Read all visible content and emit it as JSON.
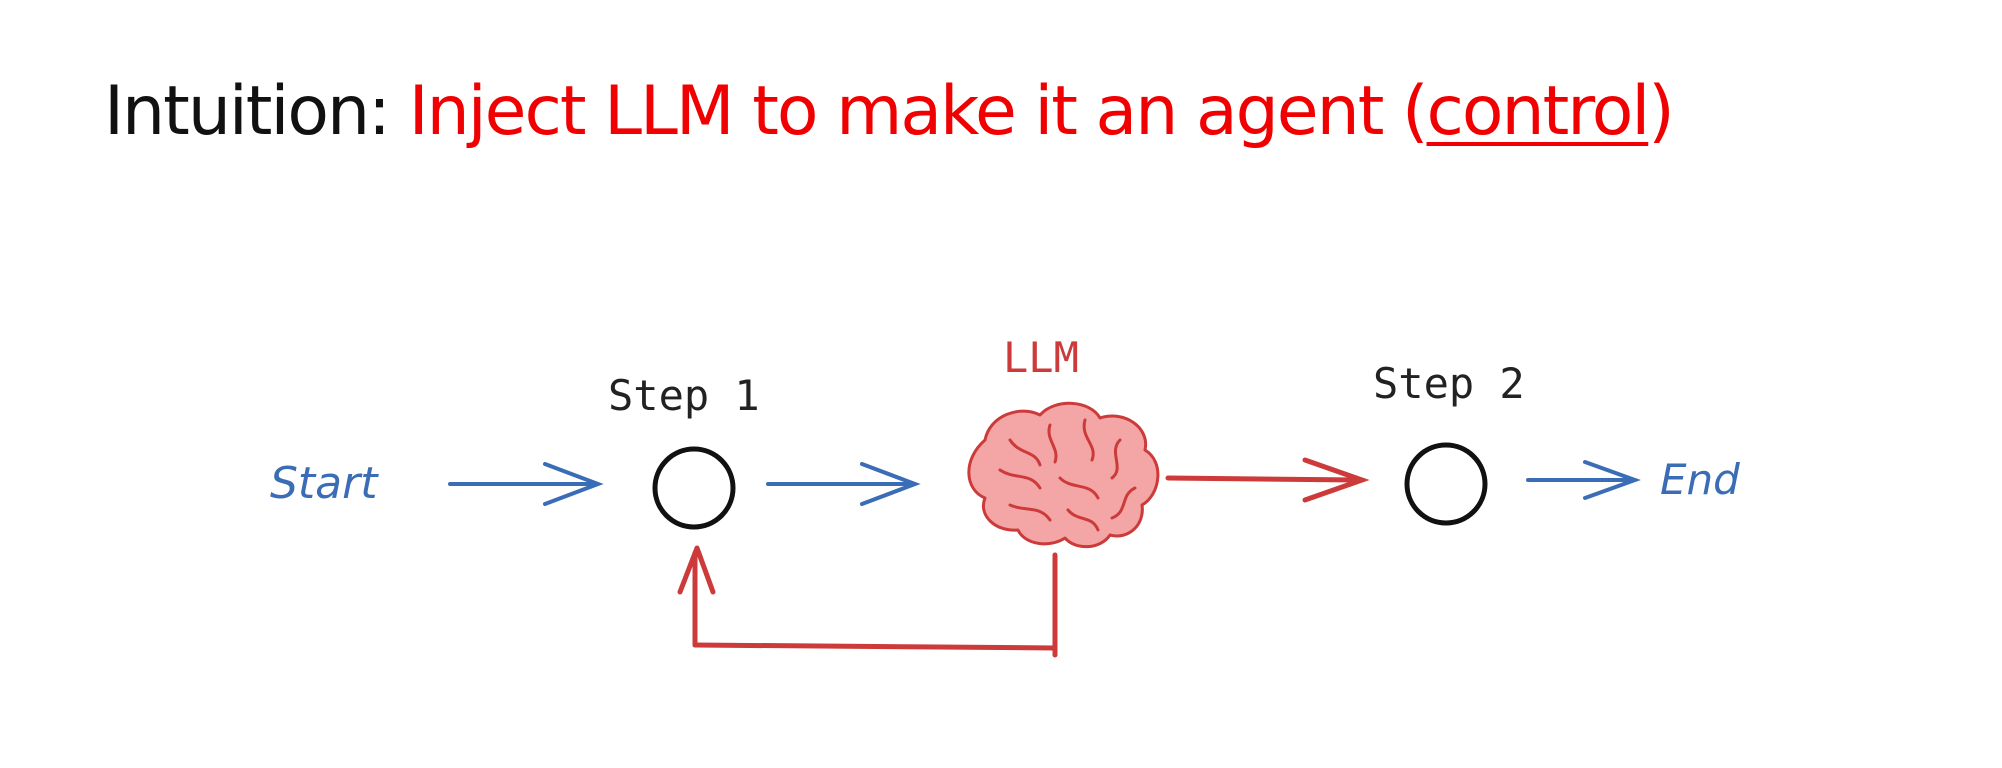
{
  "title": {
    "prefix": "Intuition: ",
    "text_before": "Inject LLM to make it an agent (",
    "underlined": "control",
    "text_after": ")"
  },
  "diagram": {
    "start_label": "Start",
    "step1_label": "Step 1",
    "llm_label": "LLM",
    "step2_label": "Step 2",
    "end_label": "End"
  },
  "colors": {
    "blue": "#3a6db5",
    "red": "#cc3a3a",
    "title_red": "#f00000",
    "black": "#111111",
    "brain_fill": "#f4a6a6"
  },
  "icons": {
    "llm": "brain-icon"
  }
}
